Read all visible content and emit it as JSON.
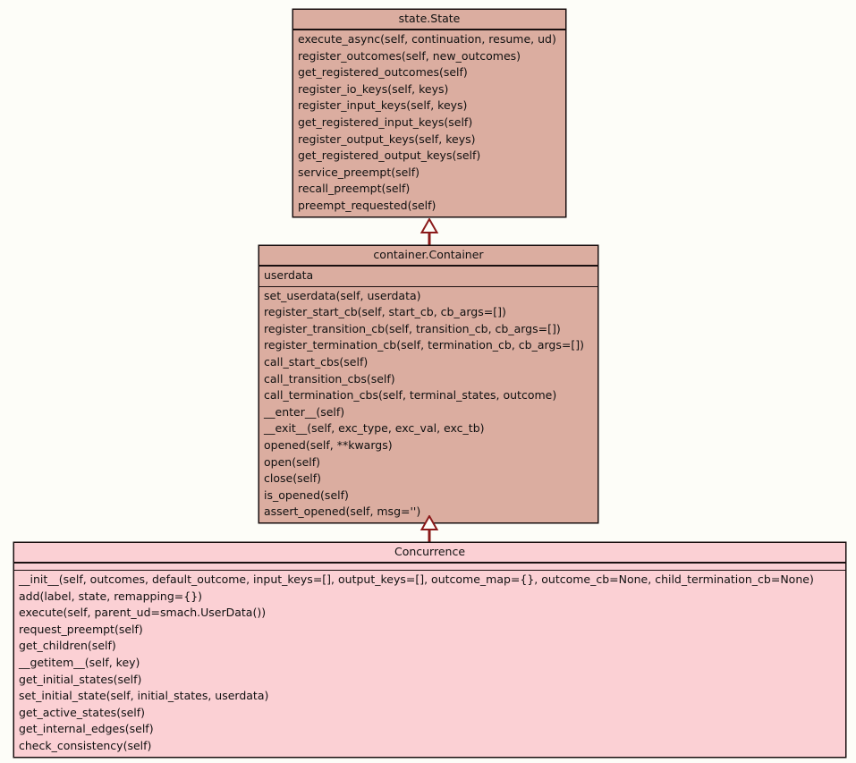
{
  "diagram": {
    "type": "uml-class-diagram",
    "background_color": "#fdfdf8",
    "classes": [
      {
        "id": "state",
        "name": "state.State",
        "fill_color": "#dbada0",
        "border_color": "#1a1010",
        "attributes": [],
        "methods": [
          "execute_async(self, continuation, resume, ud)",
          "register_outcomes(self, new_outcomes)",
          "get_registered_outcomes(self)",
          "register_io_keys(self, keys)",
          "register_input_keys(self, keys)",
          "get_registered_input_keys(self)",
          "register_output_keys(self, keys)",
          "get_registered_output_keys(self)",
          "service_preempt(self)",
          "recall_preempt(self)",
          "preempt_requested(self)"
        ]
      },
      {
        "id": "container",
        "name": "container.Container",
        "fill_color": "#dbada0",
        "border_color": "#1a1010",
        "attributes": [
          "userdata"
        ],
        "methods": [
          "set_userdata(self, userdata)",
          "register_start_cb(self, start_cb, cb_args=[])",
          "register_transition_cb(self, transition_cb, cb_args=[])",
          "register_termination_cb(self, termination_cb, cb_args=[])",
          "call_start_cbs(self)",
          "call_transition_cbs(self)",
          "call_termination_cbs(self, terminal_states, outcome)",
          "__enter__(self)",
          "__exit__(self, exc_type, exc_val, exc_tb)",
          "opened(self, **kwargs)",
          "open(self)",
          "close(self)",
          "is_opened(self)",
          "assert_opened(self, msg='')"
        ]
      },
      {
        "id": "concurrence",
        "name": "Concurrence",
        "fill_color": "#fbd0d4",
        "border_color": "#1a1010",
        "attributes": [],
        "methods": [
          "__init__(self, outcomes, default_outcome, input_keys=[], output_keys=[], outcome_map={}, outcome_cb=None, child_termination_cb=None)",
          "add(label, state, remapping={})",
          "execute(self, parent_ud=smach.UserData())",
          "request_preempt(self)",
          "get_children(self)",
          "__getitem__(self, key)",
          "get_initial_states(self)",
          "set_initial_state(self, initial_states, userdata)",
          "get_active_states(self)",
          "get_internal_edges(self)",
          "check_consistency(self)"
        ]
      }
    ],
    "relations": [
      {
        "id": "container-inherits-state",
        "type": "generalization",
        "from": "container.Container",
        "to": "state.State",
        "color": "#8b1a1a"
      },
      {
        "id": "concurrence-inherits-container",
        "type": "generalization",
        "from": "Concurrence",
        "to": "container.Container",
        "color": "#8b1a1a"
      }
    ]
  }
}
